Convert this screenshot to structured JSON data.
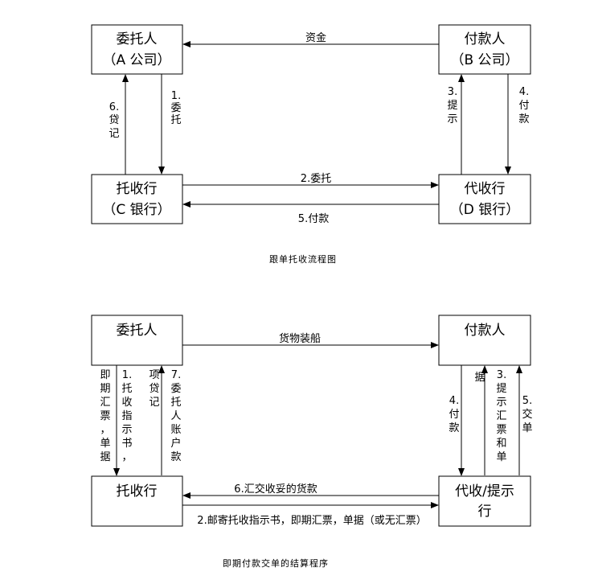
{
  "diagram1": {
    "boxes": {
      "principal": {
        "line1": "委托人",
        "line2": "（A 公司）"
      },
      "payer": {
        "line1": "付款人",
        "line2": "（B 公司）"
      },
      "remitting_bank": {
        "line1": "托收行",
        "line2": "（C 银行）"
      },
      "collecting_bank": {
        "line1": "代收行",
        "line2": "（D 银行）"
      }
    },
    "arrows": {
      "funds": "资金",
      "step1": [
        "1.",
        "委",
        "托"
      ],
      "step6": [
        "6.",
        "贷",
        "记"
      ],
      "step3": [
        "3.",
        "提",
        "示"
      ],
      "step4": [
        "4.",
        "付",
        "款"
      ],
      "step2": "2.委托",
      "step5": "5.付款"
    },
    "caption": "跟单托收流程图"
  },
  "diagram2": {
    "boxes": {
      "principal": "委托人",
      "payer": "付款人",
      "remitting_bank": "托收行",
      "collecting_bank": {
        "line1": "代收/提示",
        "line2": "行"
      }
    },
    "arrows": {
      "goods": "货物装船",
      "left_col1": [
        "即",
        "期",
        "汇",
        "票",
        "，",
        "单",
        "据"
      ],
      "left_col2": [
        "1.",
        "托",
        "收",
        "指",
        "示",
        "书",
        "，"
      ],
      "left_col3": [
        "项",
        "贷",
        "记"
      ],
      "left_col4": [
        "7.",
        "委",
        "托",
        "人",
        "账",
        "户",
        "款"
      ],
      "right_col1": [
        "4.",
        "付",
        "款"
      ],
      "right_col2": [
        "据"
      ],
      "right_col3": [
        "3.",
        "提",
        "示",
        "汇",
        "票",
        "和",
        "单"
      ],
      "right_col4": [
        "5.",
        "交",
        "单"
      ],
      "step6": "6.汇交收妥的货款",
      "step2": "2.邮寄托收指示书，即期汇票，单据（或无汇票）"
    },
    "caption": "即期付款交单的结算程序"
  }
}
